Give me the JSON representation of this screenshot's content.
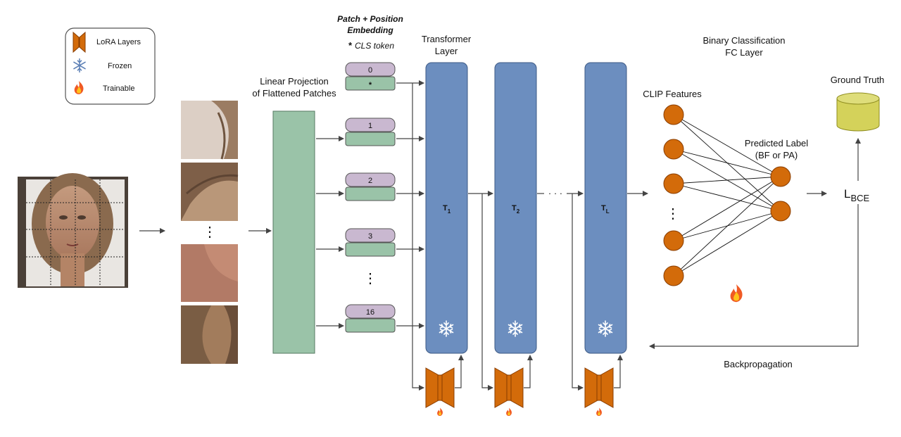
{
  "legend": {
    "lora": "LoRA Layers",
    "frozen": "Frozen",
    "trainable": "Trainable"
  },
  "embedding": {
    "title_line1": "Patch + Position",
    "title_line2": "Embedding",
    "cls_star": "*",
    "cls_note": "CLS token",
    "tokens": [
      "0",
      "1",
      "2",
      "3",
      "16"
    ],
    "cls_marker": "*",
    "vdots": "⋮"
  },
  "projection": {
    "line1": "Linear Projection",
    "line2": "of Flattened Patches"
  },
  "patches": {
    "vdots": "⋮"
  },
  "transformer": {
    "title_line1": "Transformer",
    "title_line2": "Layer",
    "blocks": [
      {
        "base": "T",
        "sub": "1"
      },
      {
        "base": "T",
        "sub": "2"
      },
      {
        "base": "T",
        "sub": "L"
      }
    ],
    "ellipsis": "· · ·"
  },
  "classifier": {
    "title_line1": "Binary Classification",
    "title_line2": "FC Layer",
    "features": "CLIP Features",
    "predicted_line1": "Predicted Label",
    "predicted_line2": "(BF or PA)",
    "vdots": "⋮"
  },
  "loss": {
    "base": "L",
    "sub": "BCE"
  },
  "ground_truth": "Ground Truth",
  "backprop": "Backpropagation",
  "colors": {
    "block": "#6c8ebf",
    "patch_green": "#9ac3a8",
    "token_purple": "#c9b8d0",
    "node_orange": "#d36b0a",
    "db_yellow": "#d4d25a"
  }
}
